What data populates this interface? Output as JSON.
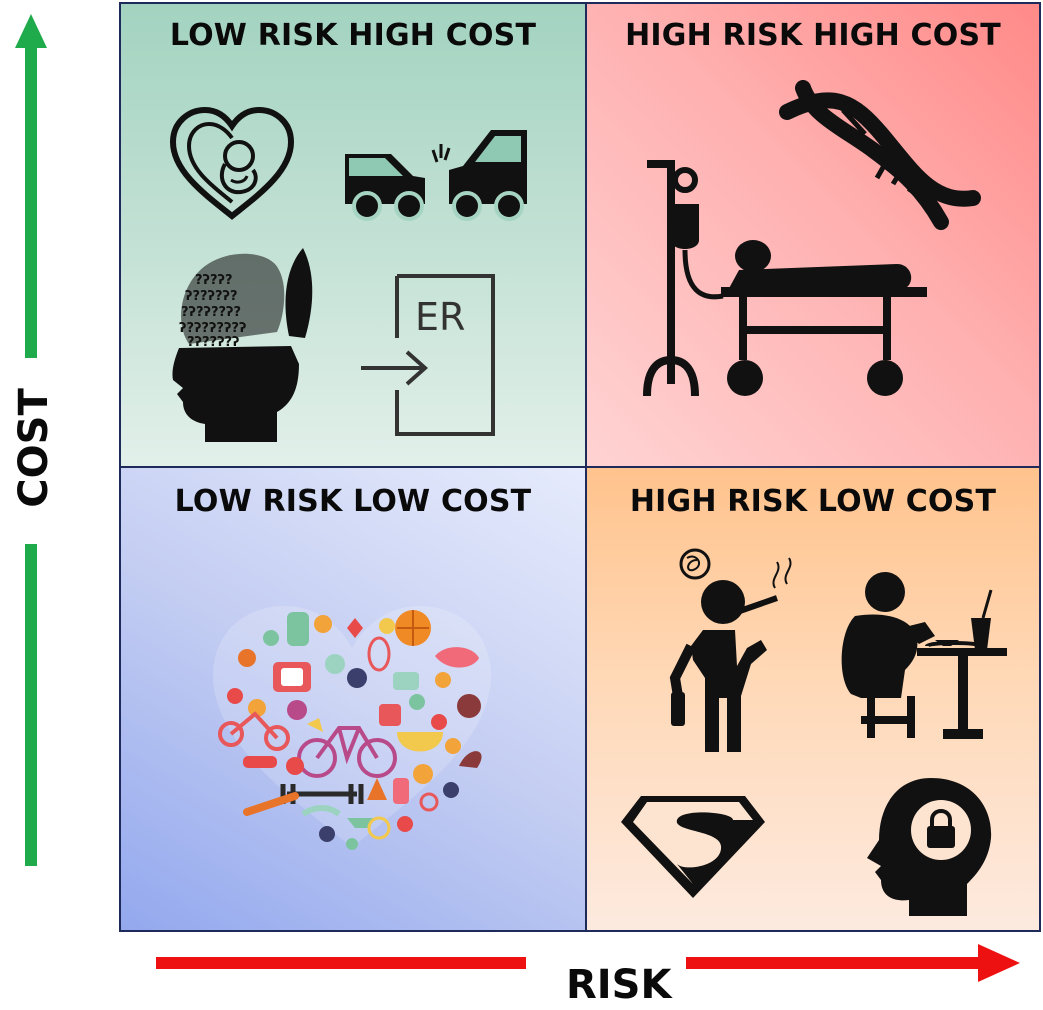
{
  "axes": {
    "y_label": "COST",
    "x_label": "RISK",
    "y_arrow_color": "#1faa4c",
    "x_arrow_color": "#ee1111"
  },
  "quadrants": {
    "low_risk_high_cost": {
      "title": "LOW RISK HIGH COST",
      "icons": [
        "pregnancy-heart-icon",
        "car-crash-icon",
        "confused-head-icon",
        "emergency-room-icon"
      ],
      "er_sign": "ER"
    },
    "high_risk_high_cost": {
      "title": "HIGH RISK HIGH COST",
      "icons": [
        "dna-icon",
        "hospital-bed-iv-icon"
      ]
    },
    "low_risk_low_cost": {
      "title": "LOW RISK LOW COST",
      "icons": [
        "healthy-lifestyle-heart-icon"
      ]
    },
    "high_risk_low_cost": {
      "title": "HIGH RISK LOW COST",
      "icons": [
        "smoker-drinker-icon",
        "overeating-person-icon",
        "superman-shield-icon",
        "locked-mind-icon"
      ]
    }
  }
}
